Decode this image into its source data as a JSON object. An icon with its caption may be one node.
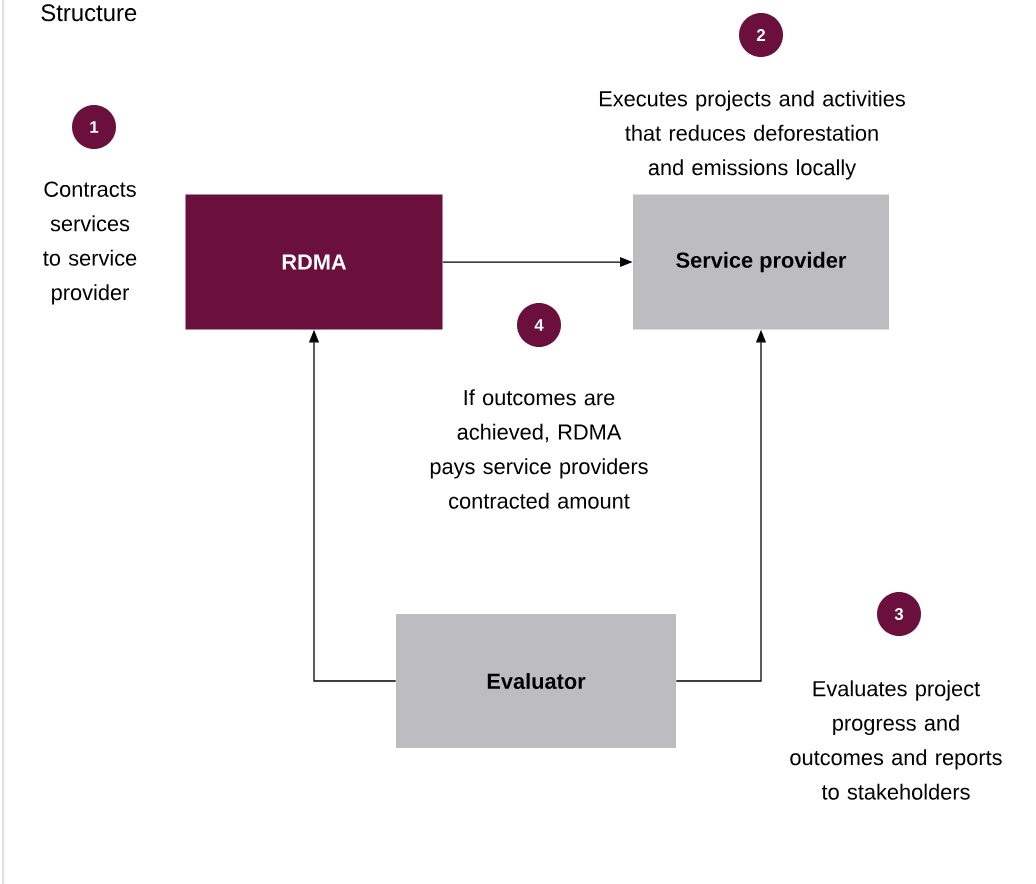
{
  "diagram": {
    "title": "Structure",
    "nodes": [
      {
        "text": [
          "1"
        ],
        "beside": [
          "Contracts services to service provider"
        ]
      },
      {
        "text": [
          "RDMA"
        ]
      },
      {
        "text": [
          "2"
        ]
      },
      {
        "text": [
          "Service provider"
        ]
      },
      {
        "text": [
          "4"
        ],
        "beside": [
          "If outcomes are achieved, RDMA pays service providers contracted amount"
        ]
      },
      {
        "text": [
          "3"
        ],
        "beside": [
          "Evaluates project progress and outcomes and reports to stakeholders"
        ]
      },
      {
        "text": [
          "Evaluator"
        ]
      }
    ],
    "labels": [
      "Executes projects and activities that reduces deforestation and emissions locally"
    ],
    "edges": [
      {
        "from": 1,
        "to": 3,
        "arrow": "to"
      },
      {
        "from": 6,
        "to": 1,
        "arrow": "to"
      },
      {
        "from": 6,
        "to": 3,
        "arrow": "to"
      }
    ]
  }
}
